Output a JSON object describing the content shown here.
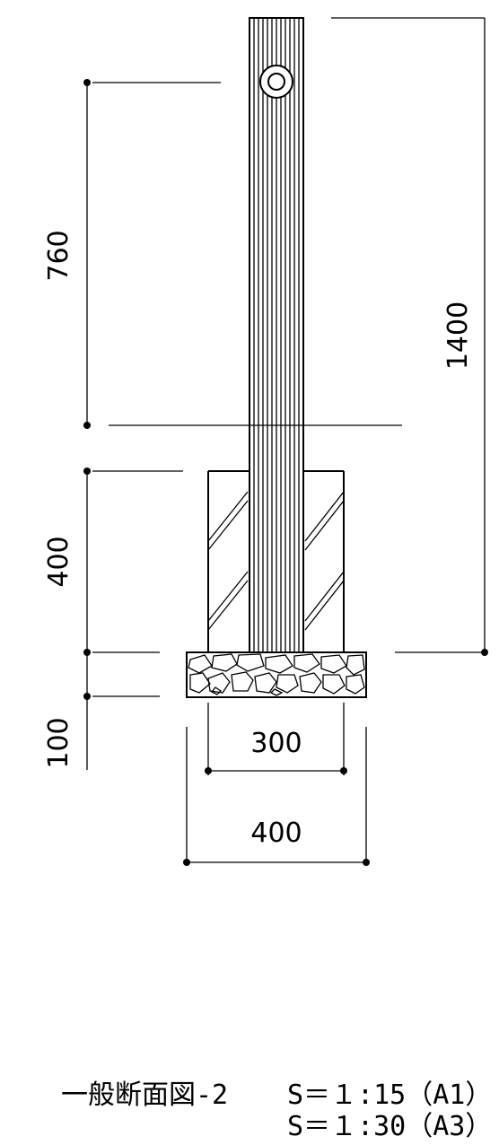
{
  "dimensions": {
    "pole_height": "760",
    "embed_depth": "400",
    "base_depth": "100",
    "total_height": "1400",
    "footing_width": "300",
    "gravel_width": "400"
  },
  "caption": {
    "title": "一般断面図-2",
    "scale_a1": "S＝１:15（A1）",
    "scale_a3": "S＝１:30（A3）"
  }
}
